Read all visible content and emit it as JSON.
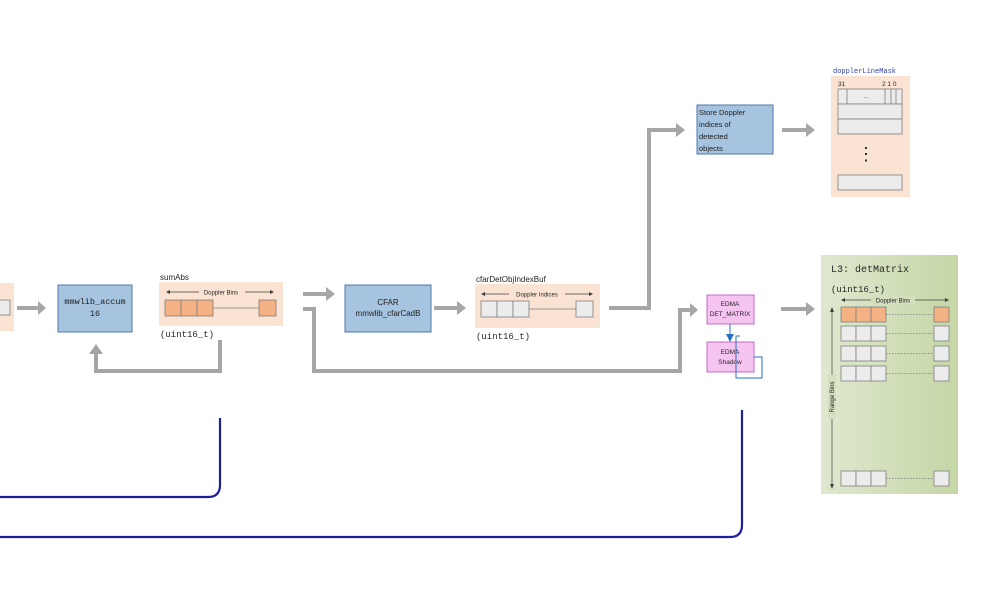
{
  "blocks": {
    "accum": {
      "line1": "mmwlib_accum",
      "line2": "16"
    },
    "cfar": {
      "line1": "CFAR",
      "line2": "mmwlib_cfarCadB"
    },
    "store": {
      "line1": "Store Doppler",
      "line2": "indices of",
      "line3": "detected",
      "line4": "objects"
    },
    "edma_det": {
      "line1": "EDMA",
      "line2": "DET_MATRIX"
    },
    "edma_shadow": {
      "line1": "EDMA",
      "line2": "Shadow"
    }
  },
  "buffers": {
    "sumabs": {
      "label": "sumAbs",
      "axis": "Doppler Bins",
      "type": "(uint16_t)"
    },
    "cfarbuf": {
      "label": "cfarDetObjIndexBuf",
      "axis": "Doppler Indices",
      "type": "(uint16_t)"
    },
    "mask": {
      "label": "dopplerLineMask",
      "bit_high": "31",
      "bit_low": "2 1 0",
      "dots": "...",
      "vdots": "⋮"
    },
    "detmatrix": {
      "title": "L3: detMatrix",
      "type": "(uint16_t)",
      "col_axis": "Doppler Bins",
      "row_axis": "Range Bins"
    }
  },
  "colors": {
    "block_fill": "#a6c3df",
    "block_stroke": "#4f7aa8",
    "buffer_bg": "#fbe3d3",
    "cell_orange": "#f4b183",
    "cell_gray": "#ececec",
    "edma_fill": "#f5c4f0",
    "edma_stroke": "#c05cc0",
    "matrix_bg": "#d3dfbd",
    "arrow_gray": "#a6a6a6",
    "line_navy": "#1b1f9e"
  }
}
